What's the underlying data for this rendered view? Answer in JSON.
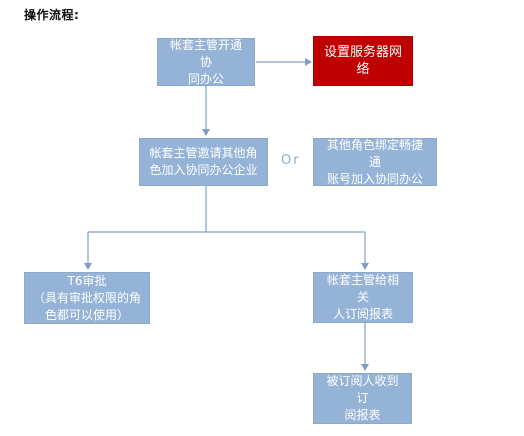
{
  "title": "操作流程:",
  "nodes": {
    "open_collab": "帐套主管开通协\n同办公",
    "server_network": "设置服务器网络",
    "invite_roles": "帐套主管邀请其他角\n色加入协同办公企业",
    "or_label": "Or",
    "bind_account": "其他角色绑定畅捷通\n账号加入协同办公",
    "t6_approval": "T6审批\n（具有审批权限的角\n色都可以使用）",
    "send_reports": "帐套主管给相关\n人订阅报表",
    "receive_reports": "被订阅人收到订\n阅报表"
  },
  "colors": {
    "node_blue": "#95b3d7",
    "node_red": "#c00000",
    "connector": "#7f9fc7"
  }
}
